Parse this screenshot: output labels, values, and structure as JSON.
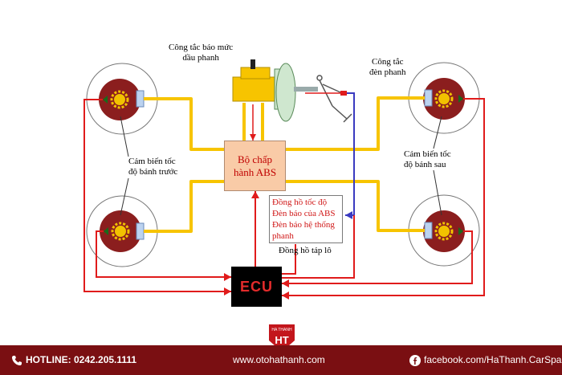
{
  "labels": {
    "brake_fluid_switch": [
      "Công tắc báo mức",
      "dầu phanh"
    ],
    "brake_light_switch": [
      "Công tắc",
      "đèn phanh"
    ],
    "front_speed_sensor": [
      "Cảm biến tốc",
      "độ bánh trước"
    ],
    "rear_speed_sensor": [
      "Cảm biến tốc",
      "độ bánh sau"
    ],
    "abs_actuator": [
      "Bộ chấp",
      "hành ABS"
    ],
    "ecu": "ECU",
    "dash_items": [
      "Đồng hồ tốc độ",
      "Đèn báo của ABS",
      "Đèn báo hệ thống",
      "phanh"
    ],
    "dashboard": "Đồng hồ táp lô"
  },
  "footer": {
    "hotline": "HOTLINE: 0242.205.1111",
    "website": "www.otohathanh.com",
    "facebook": "facebook.com/HaThanh.CarSpa",
    "logo_small_text": "HA THANH",
    "logo_text": "HT"
  },
  "colors": {
    "wheel_outer": "#8b1e1e",
    "gear": "#f2c200",
    "pipe": "#f7c400",
    "wire_red": "#e01b1b",
    "wire_blue": "#3a3ac0",
    "abs_fill": "#f9cba7",
    "footer_bg": "#7a0f12"
  },
  "icons": [
    "wheel-icon",
    "gear-icon",
    "phone-icon",
    "globe-icon",
    "facebook-icon",
    "brand-logo"
  ]
}
